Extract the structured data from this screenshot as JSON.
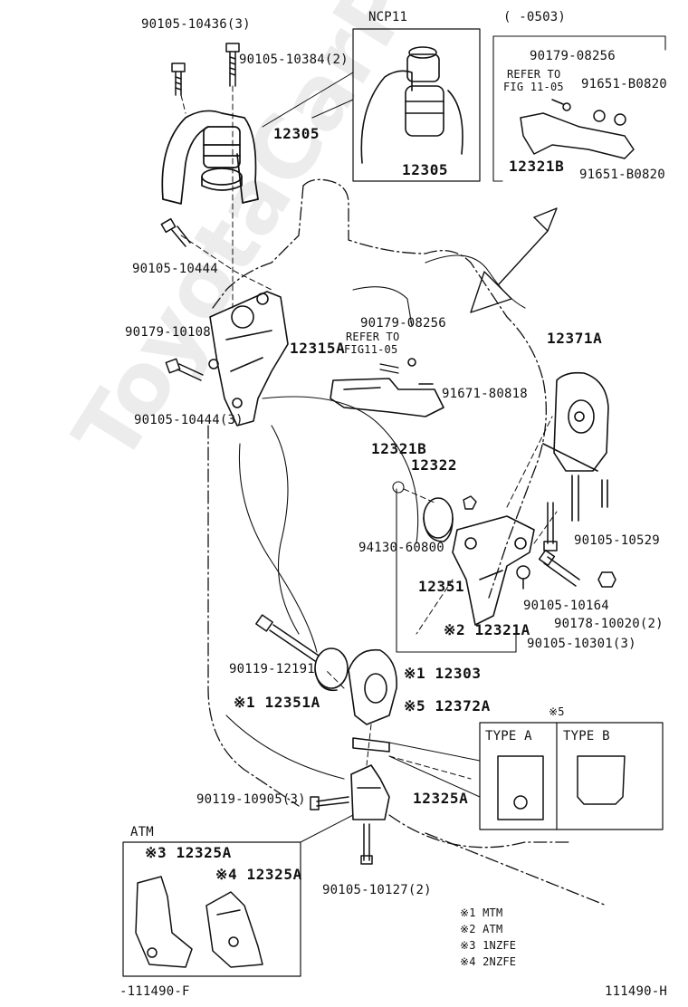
{
  "watermark": "ToyotaCarPart.ru",
  "insets": {
    "ncp11_title": "NCP11",
    "date_range": "(   -0503)",
    "refer_top_1": "REFER TO",
    "refer_top_2": "FIG 11-05",
    "atm_title": "ATM",
    "type_note": "※5",
    "type_a": "TYPE A",
    "type_b": "TYPE B"
  },
  "parts": {
    "p1": "90105-10436(3)",
    "p2": "90105-10384(2)",
    "p3": "12305",
    "p4": "12305",
    "p5": "90179-08256",
    "p6": "91651-B0820",
    "p7": "12321B",
    "p8": "91651-B0820",
    "p9": "90105-10444",
    "p10": "90179-10108",
    "p11": "12315A",
    "p12": "90105-10444(3)",
    "p13": "90179-08256",
    "p14_1": "REFER TO",
    "p14_2": "FIG11-05",
    "p15": "91671-80818",
    "p16": "12321B",
    "p17": "12371A",
    "p18": "12322",
    "p19": "94130-60800",
    "p20": "12351",
    "p21": "90105-10529",
    "p22": "90105-10164",
    "p23": "90178-10020(2)",
    "p24": "※2 12321A",
    "p25": "90105-10301(3)",
    "p26": "90119-12191",
    "p27": "※1 12303",
    "p28": "※1 12351A",
    "p29": "※5 12372A",
    "p30": "90119-10905(3)",
    "p31": "12325A",
    "p32": "※3 12325A",
    "p33": "※4 12325A",
    "p34": "90105-10127(2)"
  },
  "legend": [
    "※1 MTM",
    "※2 ATM",
    "※3 1NZFE",
    "※4 2NZFE"
  ],
  "figure_ids": {
    "left": "-111490-F",
    "right": "111490-H"
  }
}
